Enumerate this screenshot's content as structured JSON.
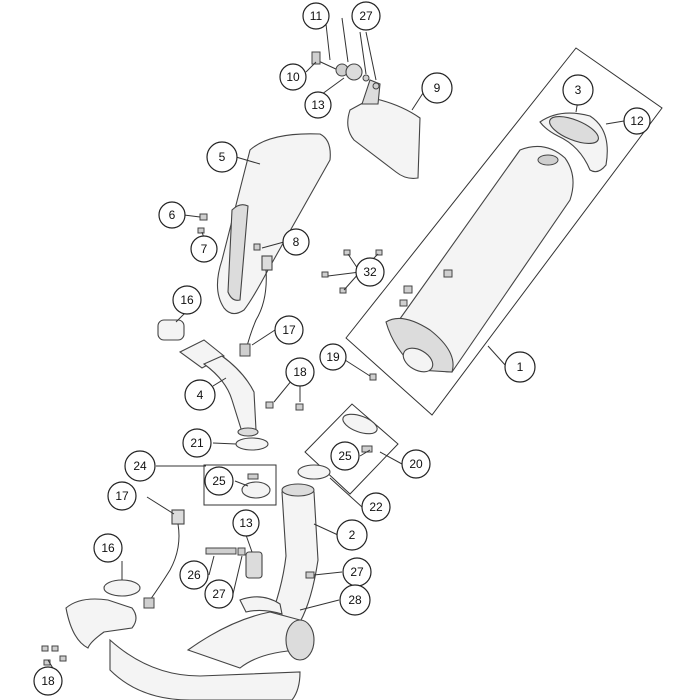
{
  "callouts": [
    "1",
    "2",
    "3",
    "4",
    "5",
    "6",
    "7",
    "8",
    "9",
    "10",
    "11",
    "12",
    "13",
    "13",
    "16",
    "16",
    "17",
    "17",
    "18",
    "18",
    "19",
    "20",
    "21",
    "22",
    "24",
    "25",
    "25",
    "26",
    "27",
    "27",
    "27",
    "28",
    "32"
  ]
}
